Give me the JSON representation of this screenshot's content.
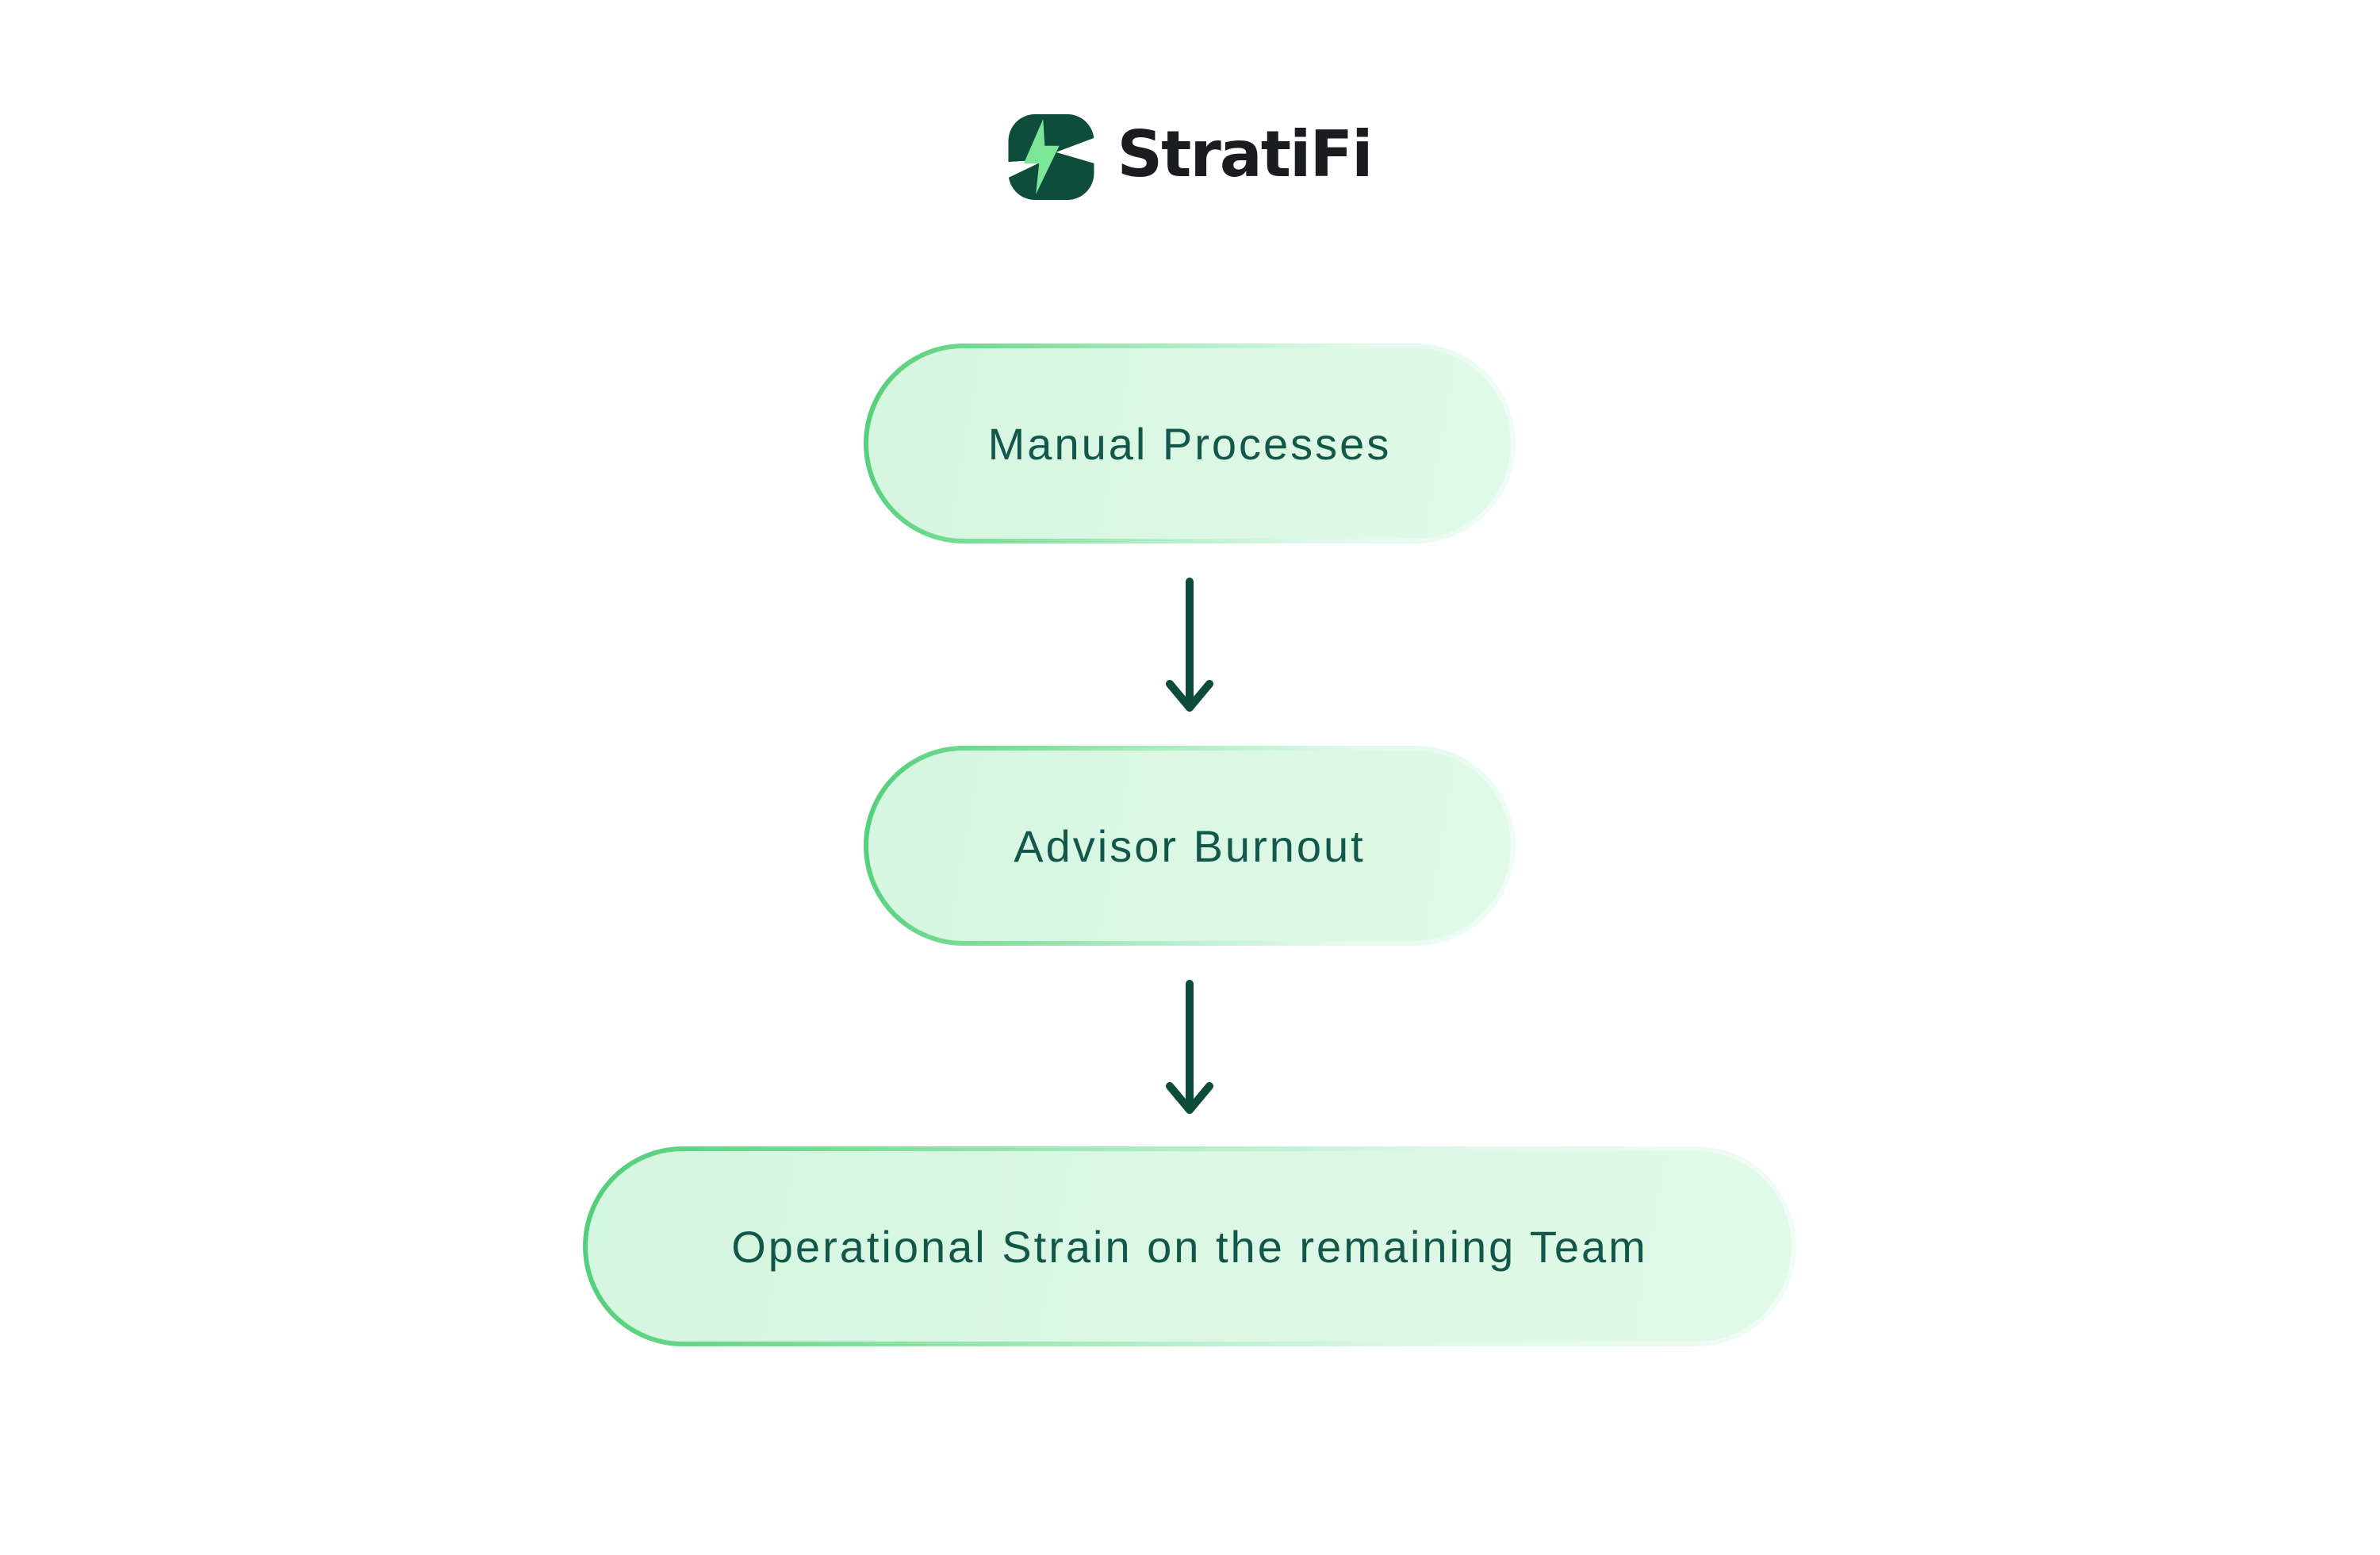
{
  "header": {
    "brand_name": "StratiFi",
    "logo_icon": "stratifi-bolt-logo",
    "colors": {
      "icon_base": "#0e4c3b",
      "icon_bolt": "#7ce697",
      "wordmark": "#1b1c1f"
    }
  },
  "diagram": {
    "type": "flowchart",
    "direction": "top-down",
    "nodes": [
      {
        "id": "manual-processes",
        "label": "Manual Processes"
      },
      {
        "id": "advisor-burnout",
        "label": "Advisor Burnout"
      },
      {
        "id": "operational-strain",
        "label": "Operational Strain on the remaining Team"
      }
    ],
    "edges": [
      {
        "from": "manual-processes",
        "to": "advisor-burnout"
      },
      {
        "from": "advisor-burnout",
        "to": "operational-strain"
      }
    ],
    "colors": {
      "node_fill_start": "#d5f6e0",
      "node_fill_end": "#e0fae8",
      "node_border_start": "#50ce79",
      "node_border_end": "#f1fdf6",
      "node_text": "#12574a",
      "arrow": "#0d4c3d",
      "background": "#ffffff"
    }
  }
}
